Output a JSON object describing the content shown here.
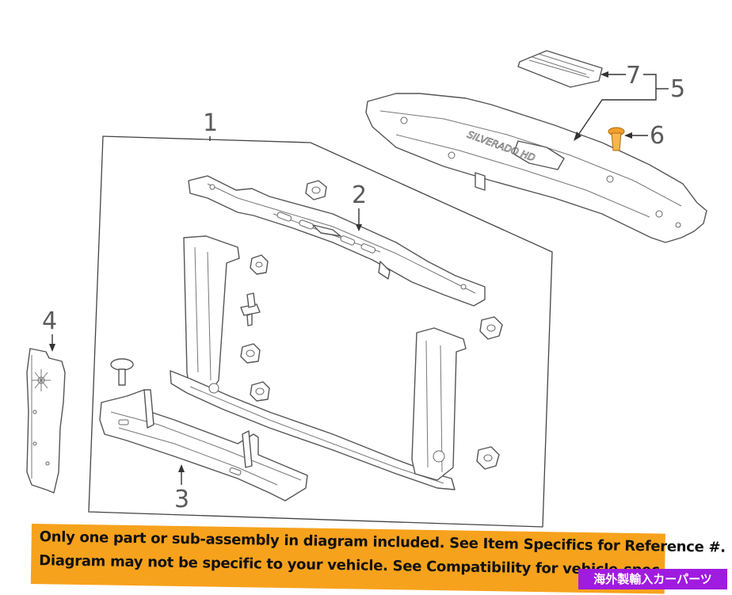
{
  "callouts": {
    "c1": "1",
    "c2": "2",
    "c3": "3",
    "c4": "4",
    "c5": "5",
    "c6": "6",
    "c7": "7"
  },
  "banner": {
    "line1": "Only one part or sub-assembly in diagram included. See Item Specifics for Reference #.",
    "line2": "Diagram may not be specific to your vehicle. See Compatibility for vehicle-spec",
    "color": "#f7a21c"
  },
  "badge": {
    "text": "海外製輸入カーパーツ",
    "color": "#a01be0"
  },
  "embossed": {
    "cover_text": "SILVERADO HD"
  }
}
